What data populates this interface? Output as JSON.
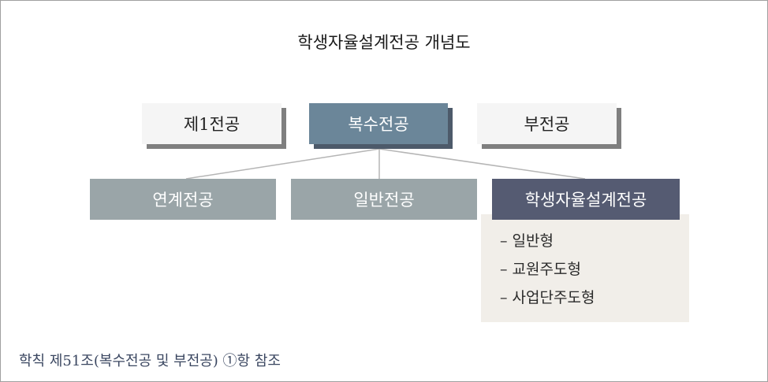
{
  "title": "학생자율설계전공 개념도",
  "top_row": {
    "first_major": "제1전공",
    "double_major": "복수전공",
    "minor": "부전공"
  },
  "second_row": {
    "linked_major": "연계전공",
    "general_major": "일반전공",
    "self_designed_major": "학생자율설계전공"
  },
  "sub_types": [
    "– 일반형",
    "– 교원주도형",
    "– 사업단주도형"
  ],
  "footnote": "학칙 제51조(복수전공 및 부전공) ①항 참조",
  "colors": {
    "center_box": "#6b8699",
    "gray_box": "#9aa5a8",
    "navy_box": "#555b72",
    "panel": "#f1eee9"
  }
}
